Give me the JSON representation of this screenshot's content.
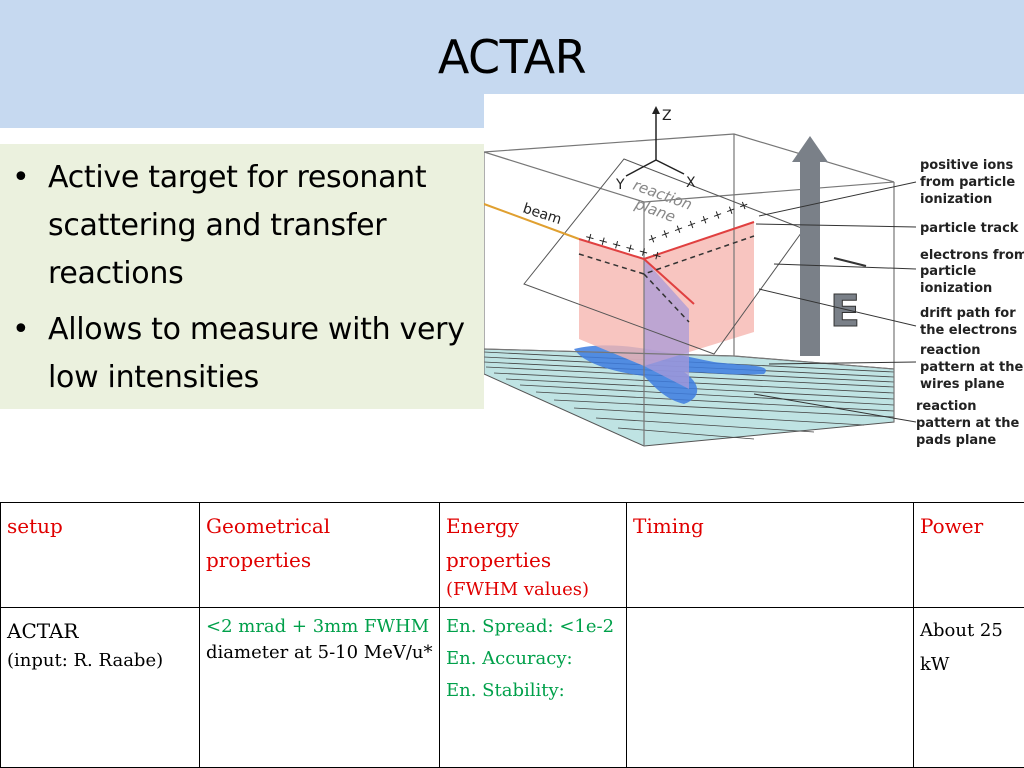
{
  "slide": {
    "title": "ACTAR",
    "bullets": [
      "Active target for resonant scattering and transfer reactions",
      "Allows to measure with very low intensities"
    ]
  },
  "diagram": {
    "axis_labels": {
      "z": "Z",
      "y": "Y",
      "x": "X"
    },
    "beam_label": "beam",
    "plane_label_1": "reaction",
    "plane_label_2": "plane",
    "field_label": "E",
    "annotations": [
      [
        "positive ions",
        "from particle",
        "ionization"
      ],
      [
        "particle track"
      ],
      [
        "electrons from",
        "particle",
        "ionization"
      ],
      [
        "drift path for",
        "the electrons"
      ],
      [
        "reaction",
        "pattern at the",
        "wires plane"
      ],
      [
        "reaction",
        "pattern at the",
        "pads plane"
      ]
    ]
  },
  "table": {
    "headers": {
      "setup": "setup",
      "geom": "Geometrical properties",
      "energy": "Energy properties",
      "energy_note": "(FWHM values)",
      "timing": "Timing",
      "power": "Power"
    },
    "row": {
      "setup": "ACTAR",
      "setup_note": "(input: R. Raabe)",
      "geom_highlight": "<2 mrad + 3mm FWHM",
      "geom_rest": "diameter at 5-10 MeV/u*",
      "energy_lines": [
        "En. Spread: <1e-2",
        "En. Accuracy:",
        "En. Stability:"
      ],
      "timing": "",
      "power": "About 25 kW"
    }
  },
  "colors": {
    "title_band": "#c6d9f0",
    "bullet_box": "#ebf1de",
    "header_text": "#e00000",
    "green_text": "#00a04a"
  }
}
